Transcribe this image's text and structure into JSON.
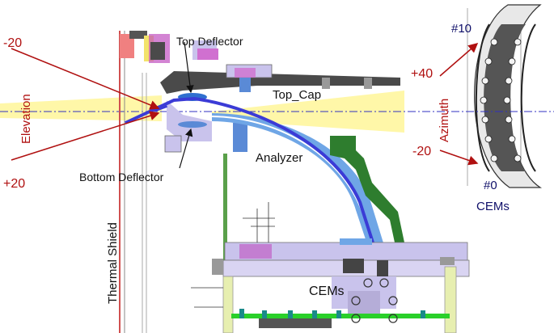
{
  "labels": {
    "top_deflector": "Top Deflector",
    "bottom_deflector": "Bottom  Deflector",
    "top_cap": "Top_Cap",
    "analyzer": "Analyzer",
    "elevation": "Elevation",
    "thermal_shield": "Thermal  Shield",
    "cems_bottom": "CEMs",
    "cems_right": "CEMs",
    "azimuth": "Azimuth",
    "elev_minus": "-20",
    "elev_plus": "+20",
    "az_plus": "+40",
    "az_minus": "-20",
    "cem_first": "#0",
    "cem_last": "#10"
  },
  "colors": {
    "red_label": "#b01010",
    "navy_label": "#10106a",
    "fov_yellow": "#fff7a8",
    "beam_blue": "#3b3bd6",
    "analyzer_blue": "#6fa6e6",
    "green_part": "#2e7d2e",
    "lavender": "#c9c3ec",
    "magenta": "#c050c0",
    "dark_gray": "#4a4a4a",
    "pink": "#f08080",
    "light_green": "#9ee06a"
  }
}
